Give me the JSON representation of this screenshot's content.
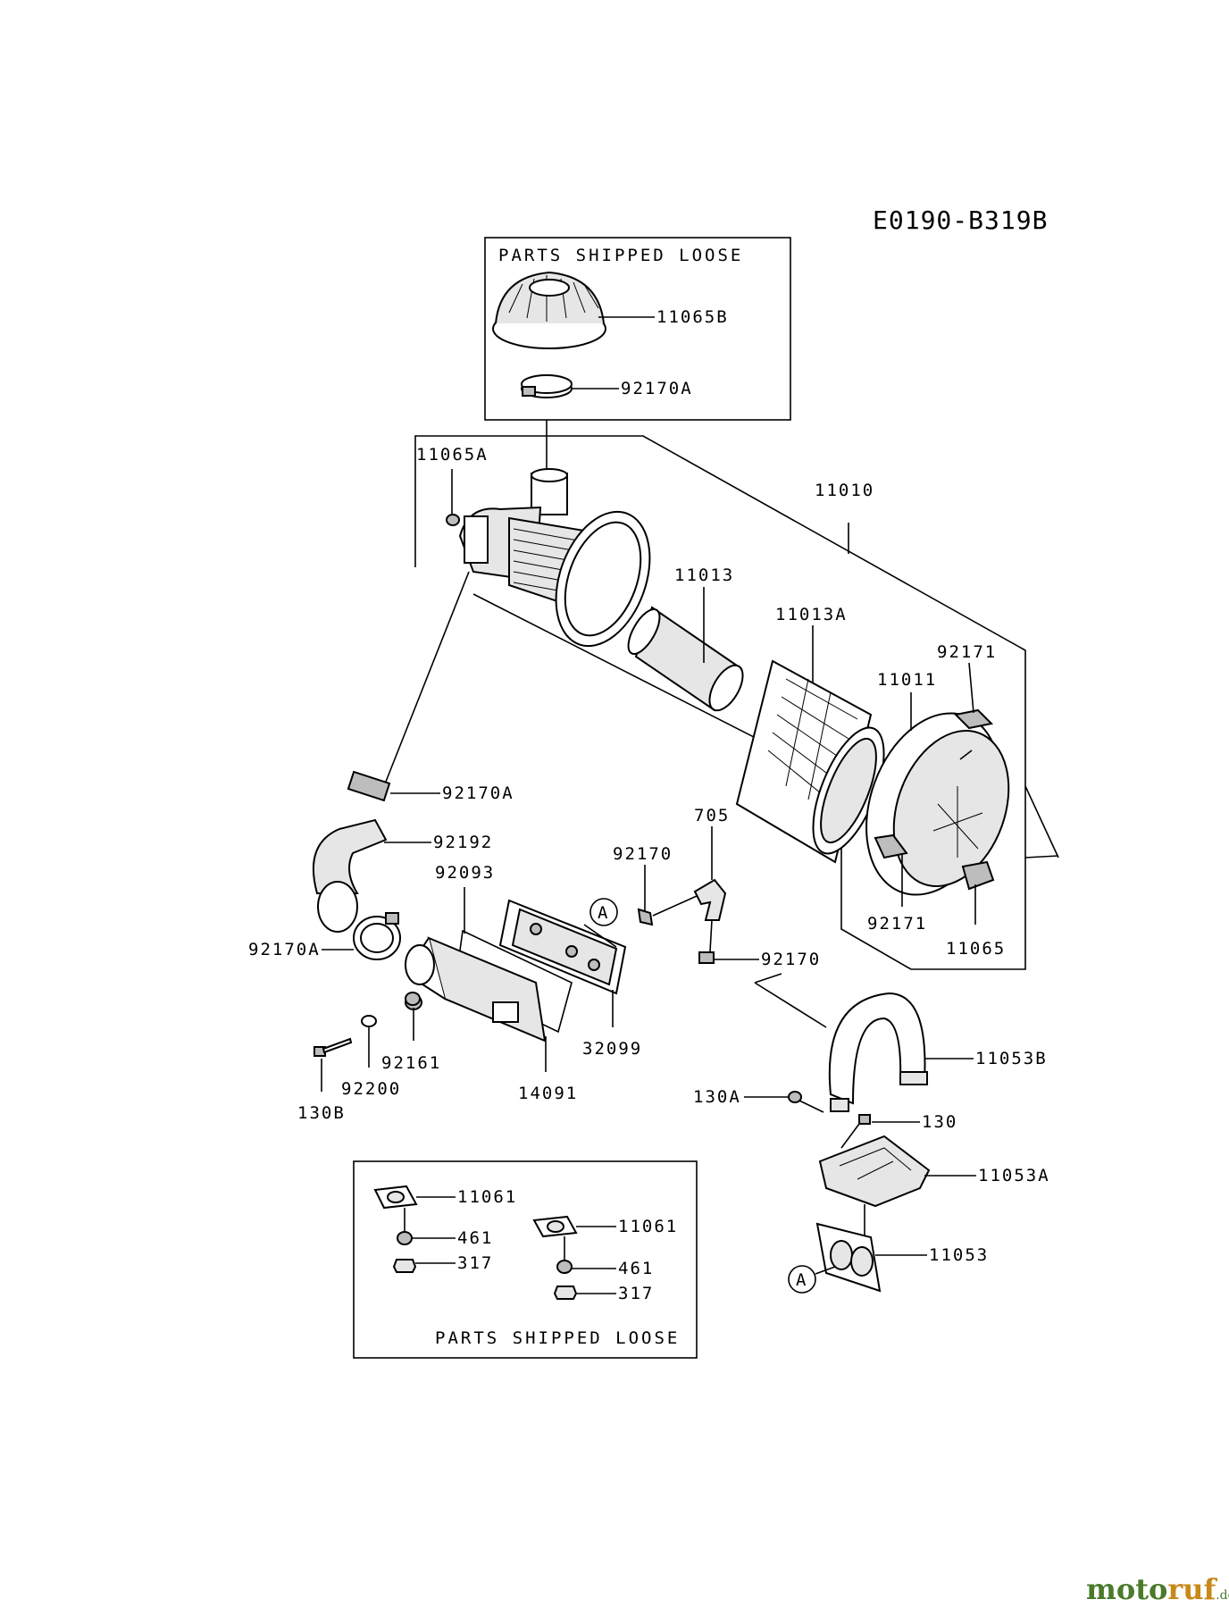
{
  "diagram": {
    "code": "E0190-B319B",
    "box_top_title": "PARTS SHIPPED LOOSE",
    "box_bottom_title": "PARTS SHIPPED LOOSE",
    "circle_marker": "A",
    "labels": {
      "p11065B": "11065B",
      "p92170A_top": "92170A",
      "p11065A": "11065A",
      "p11010": "11010",
      "p11013": "11013",
      "p11013A": "11013A",
      "p92171_top": "92171",
      "p11011": "11011",
      "p92170A_mid": "92170A",
      "p92192": "92192",
      "p705": "705",
      "p92170_a": "92170",
      "p92093": "92093",
      "p92170A_left": "92170A",
      "p92170_b": "92170",
      "p92171_bot": "92171",
      "p11065": "11065",
      "p32099": "32099",
      "p92161": "92161",
      "p92200": "92200",
      "p14091": "14091",
      "p130B": "130B",
      "p11053B": "11053B",
      "p130A": "130A",
      "p130": "130",
      "p11053A": "11053A",
      "p11053": "11053",
      "p11061_a": "11061",
      "p461_a": "461",
      "p317_a": "317",
      "p11061_b": "11061",
      "p461_b": "461",
      "p317_b": "317"
    }
  },
  "watermark": {
    "part1": "moto",
    "part2": "ruf",
    "suffix": ".de"
  }
}
